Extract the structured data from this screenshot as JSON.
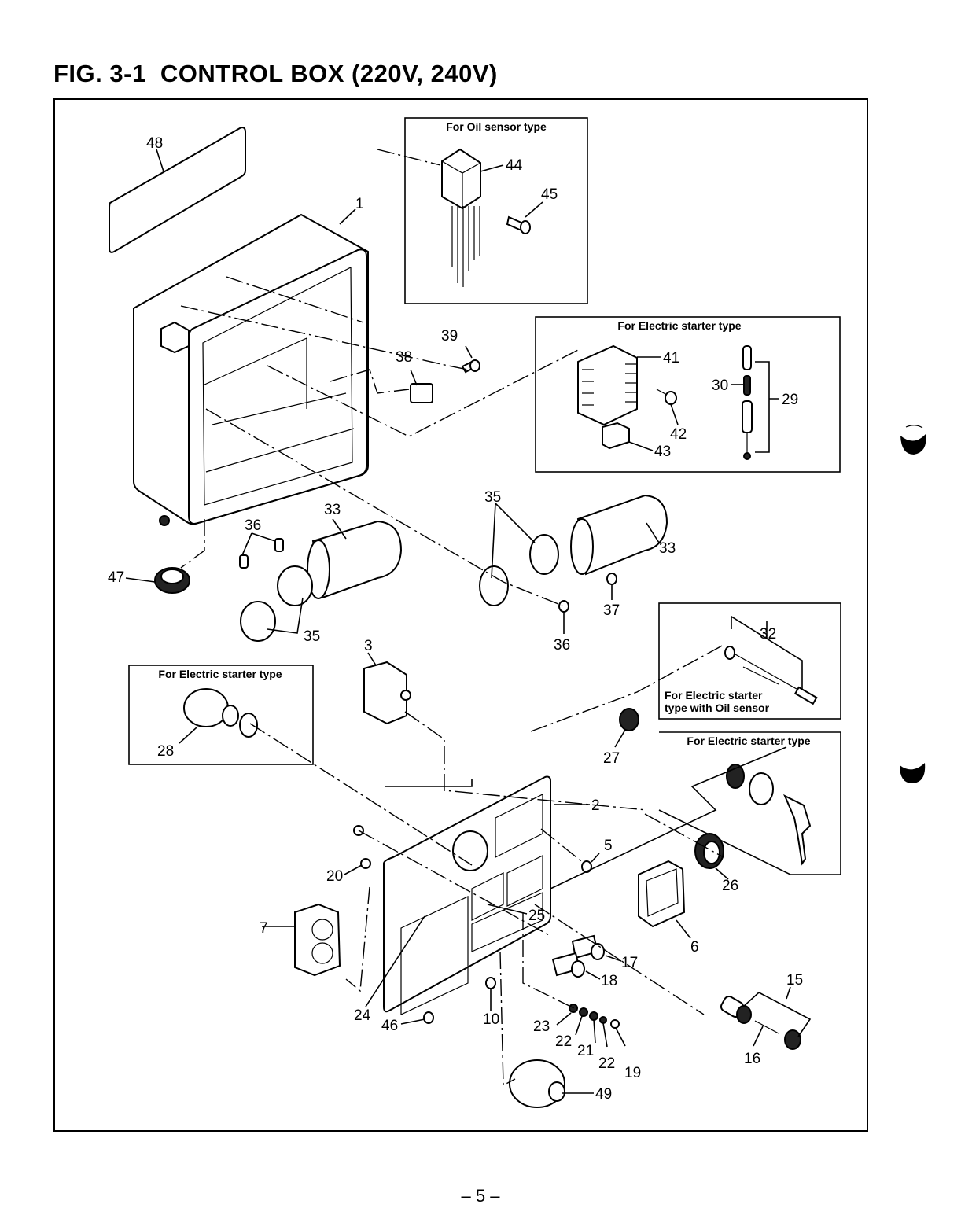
{
  "title": "FIG. 3-1  CONTROL BOX (220V, 240V)",
  "page_number": "– 5 –",
  "inset_boxes": {
    "oil_sensor": "For Oil sensor type",
    "electric_starter_top": "For Electric starter type",
    "electric_starter_left": "For Electric starter type",
    "electric_starter_oil_line1": "For Electric starter",
    "electric_starter_oil_line2": "type with Oil sensor",
    "electric_starter_key": "For Electric starter type"
  },
  "callouts": {
    "p1": "1",
    "p2": "2",
    "p3": "3",
    "p5": "5",
    "p6": "6",
    "p7": "7",
    "p10": "10",
    "p15": "15",
    "p16": "16",
    "p17": "17",
    "p18": "18",
    "p19": "19",
    "p20": "20",
    "p21": "21",
    "p22a": "22",
    "p22b": "22",
    "p23": "23",
    "p24": "24",
    "p25": "25",
    "p26": "26",
    "p27": "27",
    "p28": "28",
    "p29": "29",
    "p30": "30",
    "p32": "32",
    "p33a": "33",
    "p33b": "33",
    "p35a": "35",
    "p35b": "35",
    "p36a": "36",
    "p36b": "36",
    "p37": "37",
    "p38": "38",
    "p39": "39",
    "p41": "41",
    "p42": "42",
    "p43": "43",
    "p44": "44",
    "p45": "45",
    "p46": "46",
    "p47": "47",
    "p48": "48",
    "p49": "49"
  }
}
